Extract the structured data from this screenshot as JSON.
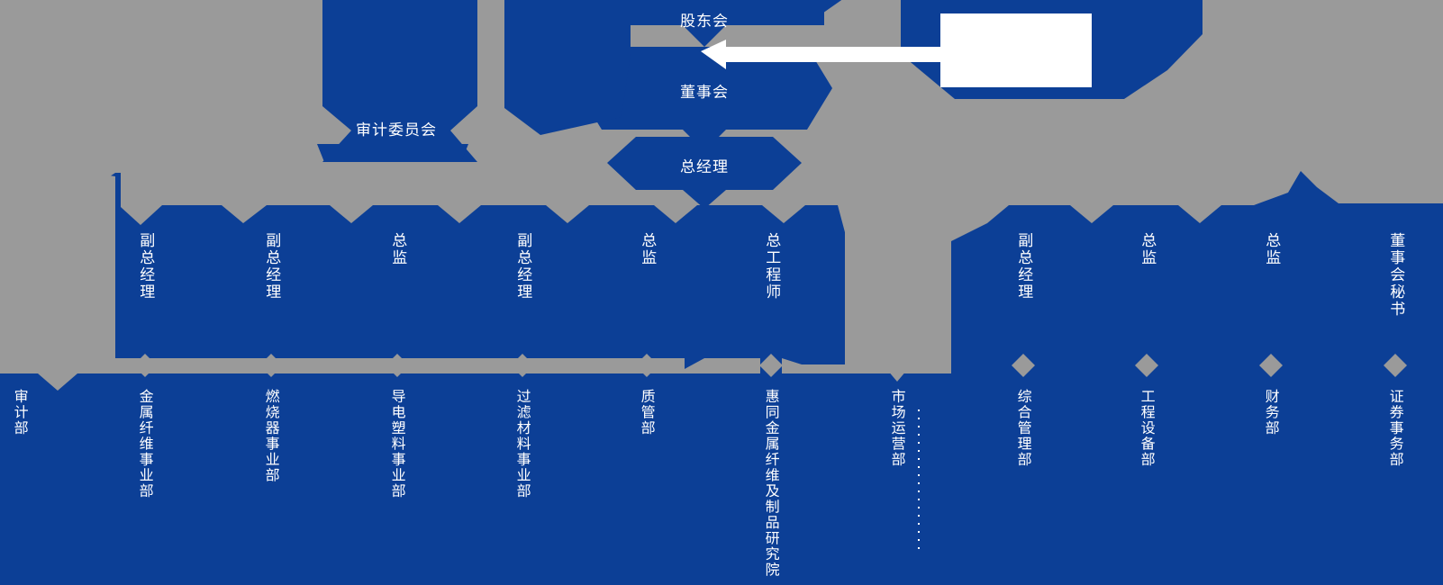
{
  "meta": {
    "title": "组织架构图",
    "orientation": "top-down org chart",
    "colors": {
      "background": "#9a9a9a",
      "node": "#0c3f96",
      "text": "#ffffff",
      "diamond": "#9a9a9a",
      "callout_fill": "#ffffff"
    }
  },
  "governance": {
    "shareholders": "股东会",
    "board": "董事会",
    "general_manager": "总经理",
    "audit_committee": "审计委员会",
    "callout_note": ""
  },
  "executives": [
    {
      "id": "exec-1",
      "label": "副总经理"
    },
    {
      "id": "exec-2",
      "label": "副总经理"
    },
    {
      "id": "exec-3",
      "label": "总监"
    },
    {
      "id": "exec-4",
      "label": "副总经理"
    },
    {
      "id": "exec-5",
      "label": "总监"
    },
    {
      "id": "exec-6",
      "label": "总工程师"
    },
    {
      "id": "exec-7",
      "label": "副总经理"
    },
    {
      "id": "exec-8",
      "label": "总监"
    },
    {
      "id": "exec-9",
      "label": "总监"
    },
    {
      "id": "exec-10",
      "label": "董事会秘书"
    }
  ],
  "departments": [
    {
      "id": "dept-audit",
      "label": "审计部",
      "reports_to": "审计委员会",
      "has_diamond": false
    },
    {
      "id": "dept-metal-fiber",
      "label": "金属纤维事业部",
      "reports_to": "exec-1",
      "has_diamond": true
    },
    {
      "id": "dept-burner",
      "label": "燃烧器事业部",
      "reports_to": "exec-2",
      "has_diamond": true
    },
    {
      "id": "dept-conductive-plastic",
      "label": "导电塑料事业部",
      "reports_to": "exec-3",
      "has_diamond": true
    },
    {
      "id": "dept-filter-material",
      "label": "过滤材料事业部",
      "reports_to": "exec-4",
      "has_diamond": true
    },
    {
      "id": "dept-quality",
      "label": "质管部",
      "reports_to": "exec-5",
      "has_diamond": true
    },
    {
      "id": "dept-research-institute",
      "label": "惠同金属纤维及制品研究院",
      "reports_to": "exec-6",
      "has_diamond": true
    },
    {
      "id": "dept-market-operations",
      "label": "市场运营部",
      "reports_to": "总经理",
      "has_diamond": false
    },
    {
      "id": "dept-general-admin",
      "label": "综合管理部",
      "reports_to": "exec-7",
      "has_diamond": true
    },
    {
      "id": "dept-engineering-equipment",
      "label": "工程设备部",
      "reports_to": "exec-8",
      "has_diamond": true
    },
    {
      "id": "dept-finance",
      "label": "财务部",
      "reports_to": "exec-9",
      "has_diamond": true
    },
    {
      "id": "dept-securities",
      "label": "证券事务部",
      "reports_to": "exec-10",
      "has_diamond": true
    }
  ]
}
